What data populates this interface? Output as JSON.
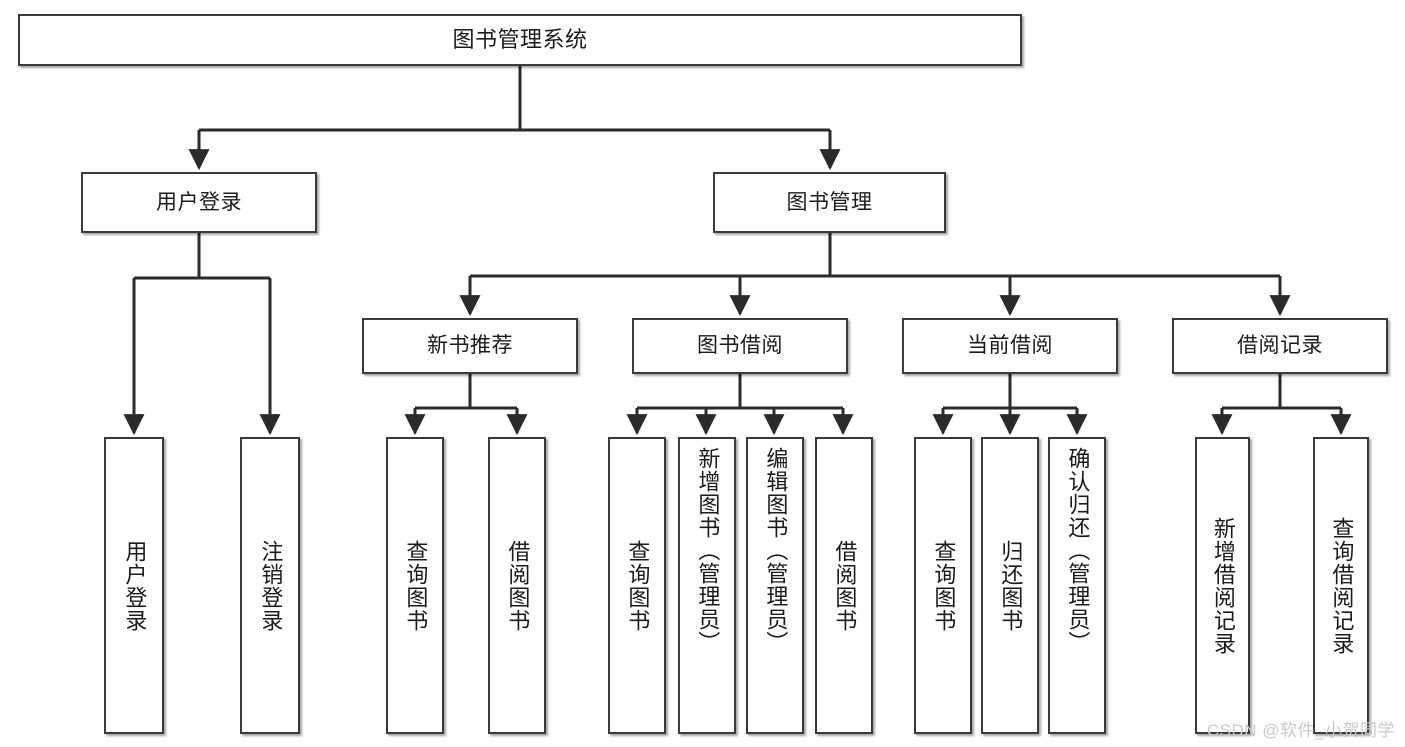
{
  "diagram": {
    "title": "图书管理系统",
    "type": "tree",
    "background": "#ffffff",
    "box_border_color": "#3a3a3a",
    "connector_color": "#2b2b2b",
    "nodes": {
      "root": {
        "label": "图书管理系统"
      },
      "level2": [
        {
          "id": "user-login",
          "label": "用户登录"
        },
        {
          "id": "book-manage",
          "label": "图书管理"
        }
      ],
      "level3": [
        {
          "id": "new-book-recommend",
          "label": "新书推荐"
        },
        {
          "id": "book-borrow",
          "label": "图书借阅"
        },
        {
          "id": "current-borrow",
          "label": "当前借阅"
        },
        {
          "id": "borrow-record",
          "label": "借阅记录"
        }
      ],
      "leaves": {
        "user_login": [
          {
            "id": "leaf-user-login",
            "label": "用户登录"
          },
          {
            "id": "leaf-logout-login",
            "label": "注销登录"
          }
        ],
        "new_book_recommend": [
          {
            "id": "leaf-query-book-1",
            "label": "查询图书"
          },
          {
            "id": "leaf-borrow-book-1",
            "label": "借阅图书"
          }
        ],
        "book_borrow": [
          {
            "id": "leaf-query-book-2",
            "label": "查询图书"
          },
          {
            "id": "leaf-add-book",
            "label": "新增图书（管理员）"
          },
          {
            "id": "leaf-edit-book",
            "label": "编辑图书（管理员）"
          },
          {
            "id": "leaf-borrow-book-2",
            "label": "借阅图书"
          }
        ],
        "current_borrow": [
          {
            "id": "leaf-query-book-3",
            "label": "查询图书"
          },
          {
            "id": "leaf-return-book",
            "label": "归还图书"
          },
          {
            "id": "leaf-confirm-return",
            "label": "确认归还（管理员）"
          }
        ],
        "borrow_record": [
          {
            "id": "leaf-add-record",
            "label": "新增借阅记录"
          },
          {
            "id": "leaf-query-record",
            "label": "查询借阅记录"
          }
        ]
      }
    }
  },
  "watermark": {
    "text": "CSDN @软件_小贺同学"
  }
}
